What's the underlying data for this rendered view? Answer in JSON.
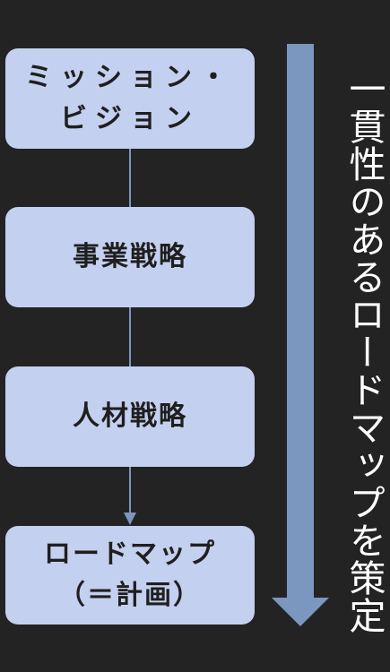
{
  "boxes": [
    {
      "line1": "ミッション・",
      "line2": "ビジョン"
    },
    {
      "line1": "事業戦略"
    },
    {
      "line1": "人材戦略"
    },
    {
      "line1": "ロードマップ",
      "line2": "（＝計画）"
    }
  ],
  "side_text": "一貫性のあるロードマップを策定",
  "colors": {
    "background": "#232323",
    "box_fill": "#c4d0ef",
    "arrow": "#7b97c0",
    "text_dark": "#1f1f1f",
    "text_light": "#ffffff"
  }
}
